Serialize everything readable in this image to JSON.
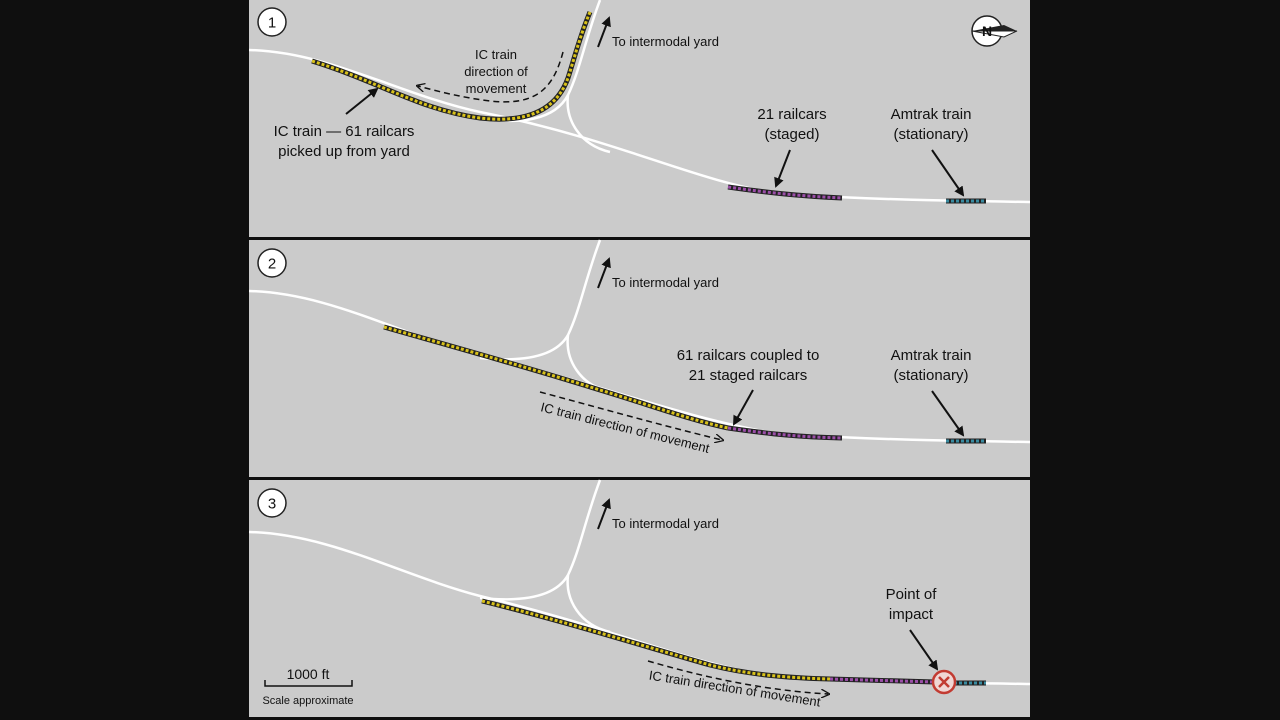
{
  "panels": [
    {
      "number": "1",
      "to_yard": "To intermodal yard",
      "direction": [
        "IC train",
        "direction of",
        "movement"
      ],
      "ic_train": [
        "IC train — 61 railcars",
        "picked up from yard"
      ],
      "staged": [
        "21 railcars",
        "(staged)"
      ],
      "amtrak": [
        "Amtrak train",
        "(stationary)"
      ]
    },
    {
      "number": "2",
      "to_yard": "To intermodal yard",
      "coupled": [
        "61 railcars coupled to",
        "21 staged railcars"
      ],
      "amtrak": [
        "Amtrak train",
        "(stationary)"
      ],
      "direction": "IC train direction of movement"
    },
    {
      "number": "3",
      "to_yard": "To intermodal yard",
      "impact": [
        "Point of",
        "impact"
      ],
      "direction": "IC train direction of movement"
    }
  ],
  "compass": {
    "letter": "N",
    "icon": "north-arrow-icon"
  },
  "scale": {
    "value": "1000 ft",
    "note": "Scale approximate"
  },
  "colors": {
    "ic_train": "#d9c21b",
    "staged_railcars": "#9b4fa8",
    "amtrak": "#3a8ba0",
    "panel_bg": "#cbcbcb",
    "track": "#ffffff",
    "impact_ring": "#c23b32"
  }
}
